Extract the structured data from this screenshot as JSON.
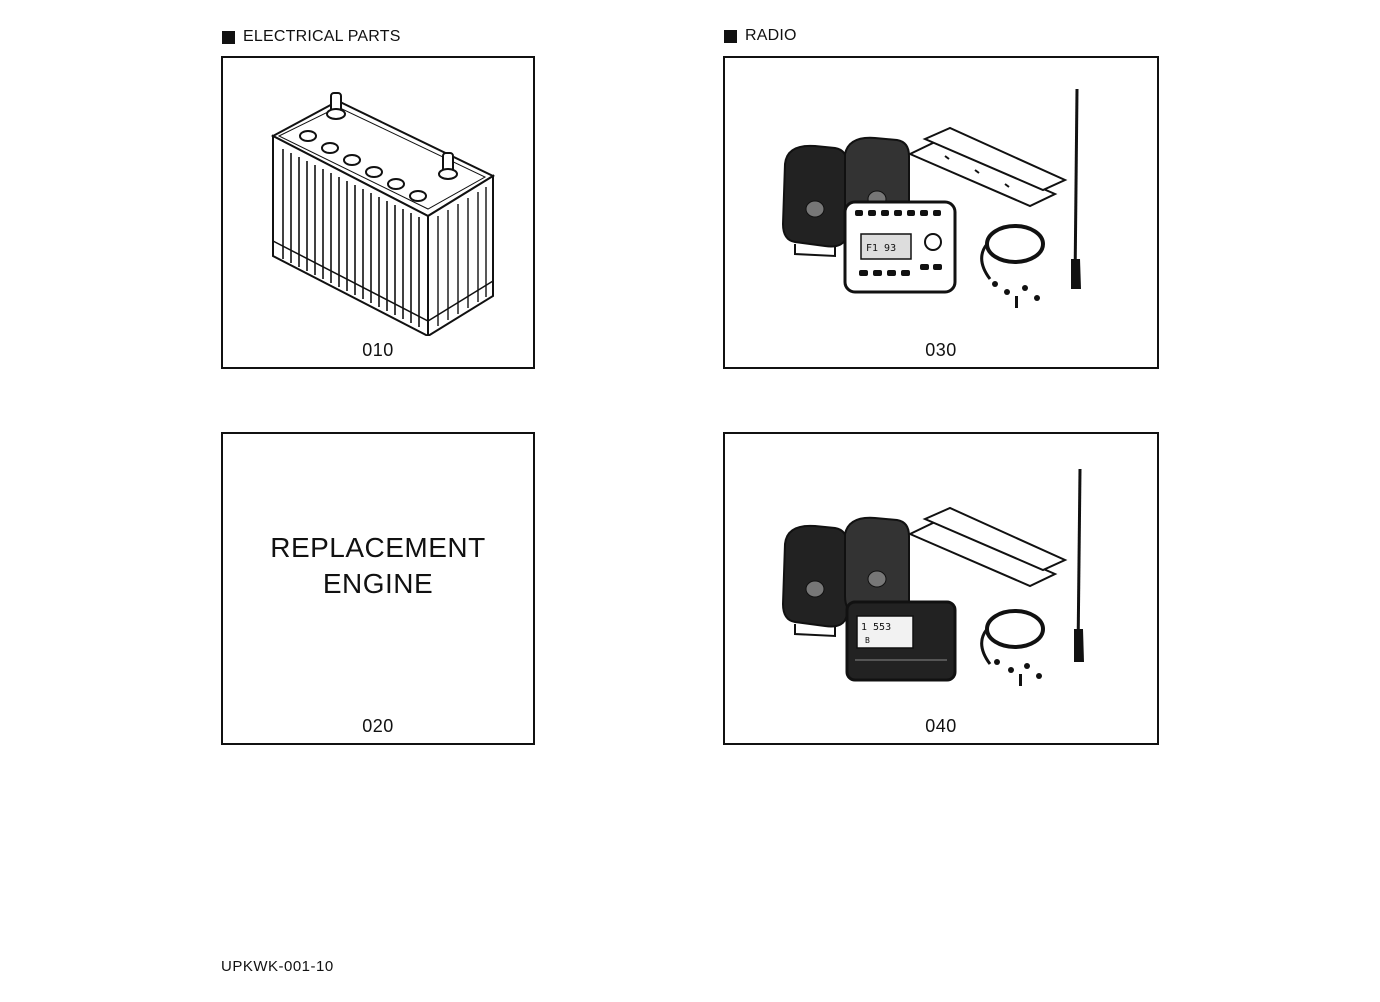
{
  "sections": {
    "electrical": {
      "heading": "ELECTRICAL PARTS"
    },
    "radio": {
      "heading": "RADIO"
    }
  },
  "panels": {
    "battery": {
      "code": "010",
      "icon": "battery-illustration"
    },
    "engine": {
      "code": "020",
      "line1": "REPLACEMENT",
      "line2": "ENGINE"
    },
    "radio_kit_a": {
      "code": "030",
      "icon": "radio-kit-illustration"
    },
    "radio_kit_b": {
      "code": "040",
      "icon": "radio-kit-illustration"
    }
  },
  "footer": {
    "code": "UPKWK-001-10"
  }
}
